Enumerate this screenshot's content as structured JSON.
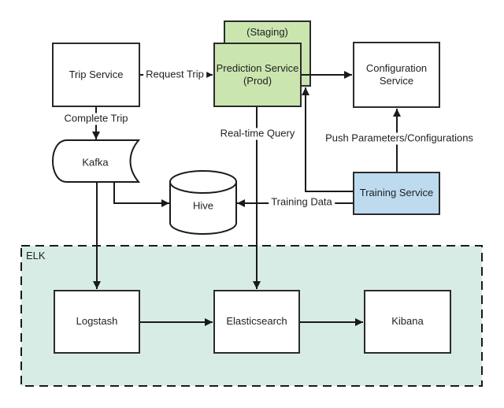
{
  "diagram": {
    "nodes": {
      "trip_service": {
        "label": "Trip Service"
      },
      "staging": {
        "label": "(Staging)"
      },
      "prediction_service": {
        "label": "Prediction Service\n(Prod)"
      },
      "configuration_service": {
        "label": "Configuration\nService"
      },
      "kafka": {
        "label": "Kafka"
      },
      "hive": {
        "label": "Hive"
      },
      "training_service": {
        "label": "Training Service"
      },
      "logstash": {
        "label": "Logstash"
      },
      "elasticsearch": {
        "label": "Elasticsearch"
      },
      "kibana": {
        "label": "Kibana"
      }
    },
    "groups": {
      "elk": {
        "label": "ELK"
      }
    },
    "edge_labels": {
      "request_trip": "Request Trip",
      "complete_trip": "Complete Trip",
      "real_time_query": "Real-time Query",
      "push_parameters": "Push Parameters/Configurations",
      "training_data": "Training Data"
    },
    "colors": {
      "green_fill": "#cbe5af",
      "blue_fill": "#bddaef",
      "teal_fill": "#d8ece6",
      "box_border": "#2b2b2b",
      "line": "#1a1a1a",
      "text": "#1f1f1f",
      "background": "#ffffff"
    }
  }
}
